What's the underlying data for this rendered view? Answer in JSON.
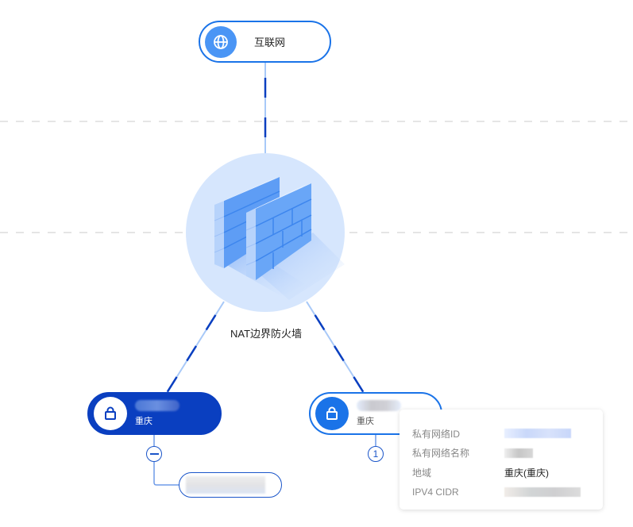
{
  "diagram": {
    "internet_node": {
      "label": "互联网",
      "icon": "globe-icon"
    },
    "firewall_node": {
      "label": "NAT边界防火墙",
      "icon": "firewall-brick-wall-icon"
    },
    "vpc_nodes": [
      {
        "name": "",
        "region": "重庆",
        "icon": "lock-icon",
        "state": "selected",
        "toggle": "−"
      },
      {
        "name": "",
        "region": "重庆",
        "icon": "lock-icon",
        "state": "default",
        "toggle": "1"
      }
    ],
    "subnet_nodes": [
      {
        "name": ""
      }
    ],
    "colors": {
      "primary": "#1a73e8",
      "selected_fill": "#0a3fc0",
      "link_light": "#a8c9f8",
      "link_dark": "#0a3fc0",
      "firewall_bg": "#d6e6fd",
      "zone_divider": "#e5e5e5"
    }
  },
  "tooltip": {
    "rows": [
      {
        "key": "私有网络ID",
        "value": ""
      },
      {
        "key": "私有网络名称",
        "value": ""
      },
      {
        "key": "地域",
        "value": "重庆(重庆)"
      },
      {
        "key": "IPV4 CIDR",
        "value": ""
      }
    ]
  }
}
